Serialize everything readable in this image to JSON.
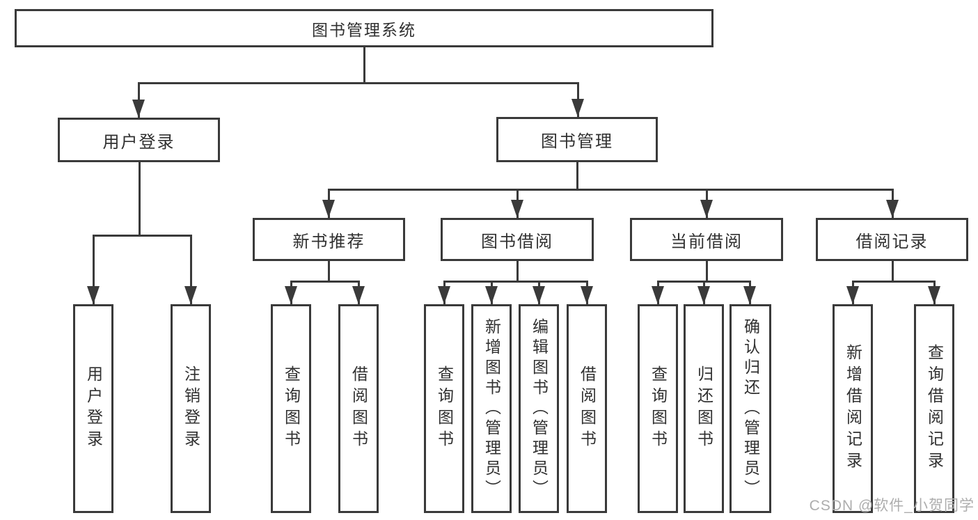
{
  "colors": {
    "line": "#3a3a3a",
    "text": "#303030",
    "background": "#ffffff",
    "watermark_color": "#adadad"
  },
  "nodes": {
    "root": "图书管理系统",
    "level2": [
      "用户登录",
      "图书管理"
    ],
    "level3": [
      "新书推荐",
      "图书借阅",
      "当前借阅",
      "借阅记录"
    ],
    "leaves_user": [
      "用户登录",
      "注销登录"
    ],
    "leaves_recommend": [
      "查询图书",
      "借阅图书"
    ],
    "leaves_borrow": [
      "查询图书",
      "新增图书（管理员）",
      "编辑图书（管理员）",
      "借阅图书"
    ],
    "leaves_current": [
      "查询图书",
      "归还图书",
      "确认归还（管理员）"
    ],
    "leaves_records": [
      "新增借阅记录",
      "查询借阅记录"
    ]
  },
  "structure": {
    "图书管理系统": [
      "用户登录",
      "图书管理"
    ],
    "用户登录": [
      "用户登录",
      "注销登录"
    ],
    "图书管理": [
      "新书推荐",
      "图书借阅",
      "当前借阅",
      "借阅记录"
    ],
    "新书推荐": [
      "查询图书",
      "借阅图书"
    ],
    "图书借阅": [
      "查询图书",
      "新增图书（管理员）",
      "编辑图书（管理员）",
      "借阅图书"
    ],
    "当前借阅": [
      "查询图书",
      "归还图书",
      "确认归还（管理员）"
    ],
    "借阅记录": [
      "新增借阅记录",
      "查询借阅记录"
    ]
  },
  "watermark": "CSDN @软件_小贺同学"
}
